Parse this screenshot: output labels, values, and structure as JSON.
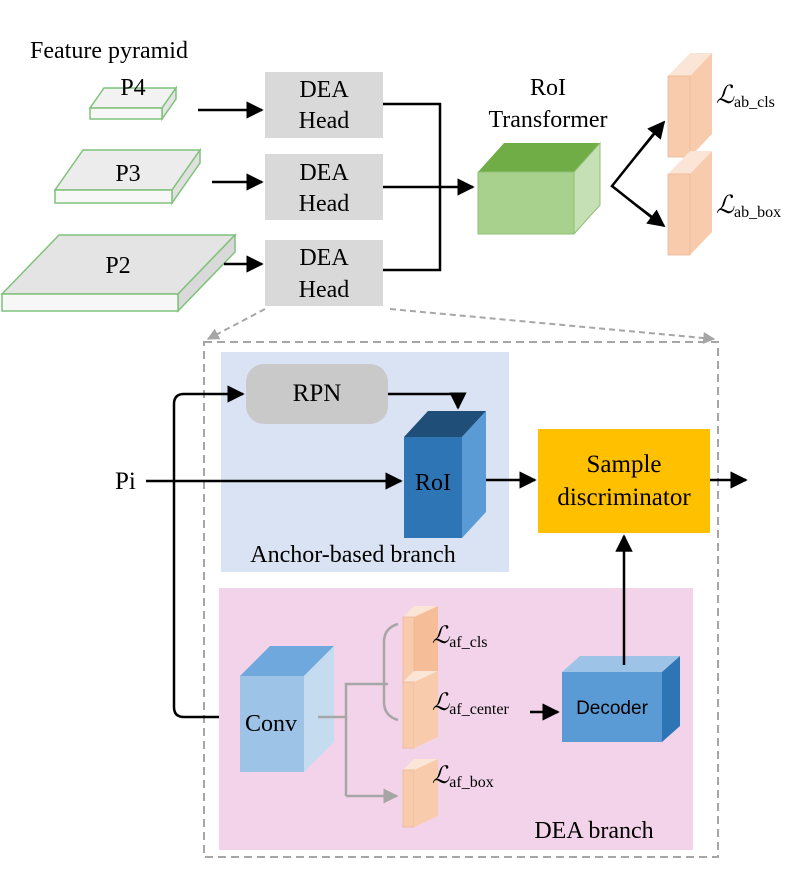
{
  "title": "Feature pyramid",
  "levels": [
    {
      "label": "P4"
    },
    {
      "label": "P3"
    },
    {
      "label": "P2"
    }
  ],
  "heads": [
    {
      "line1": "DEA",
      "line2": "Head"
    },
    {
      "line1": "DEA",
      "line2": "Head"
    },
    {
      "line1": "DEA",
      "line2": "Head"
    }
  ],
  "roi_transformer": {
    "line1": "RoI",
    "line2": "Transformer"
  },
  "losses_top": {
    "cls": {
      "main": "ℒ",
      "sub": "ab_cls"
    },
    "box": {
      "main": "ℒ",
      "sub": "ab_box"
    }
  },
  "detail": {
    "input": "Pi",
    "rpn": "RPN",
    "roi": "RoI",
    "anchor_branch": "Anchor-based branch",
    "sample_discriminator": {
      "line1": "Sample",
      "line2": "discriminator"
    },
    "conv": "Conv",
    "losses": {
      "cls": {
        "main": "ℒ",
        "sub": "af_cls"
      },
      "center": {
        "main": "ℒ",
        "sub": "af_center"
      },
      "box": {
        "main": "ℒ",
        "sub": "af_box"
      }
    },
    "decoder": "Decoder",
    "dea_branch": "DEA branch"
  },
  "colors": {
    "pyramid_fill": "#ececec",
    "pyramid_edge": "#7fc27a",
    "head_fill": "#d9d9d9",
    "roi_transformer": "#a9d18e",
    "loss_fill": "#f8cbad",
    "anchor_bg": "#dae3f3",
    "dea_bg": "#f2d3e9",
    "rpn_fill": "#c9c9c9",
    "roi_fill": "#2e75b6",
    "discriminator": "#ffc000",
    "conv_fill": "#9dc3e6",
    "decoder_fill": "#5b9bd5"
  }
}
